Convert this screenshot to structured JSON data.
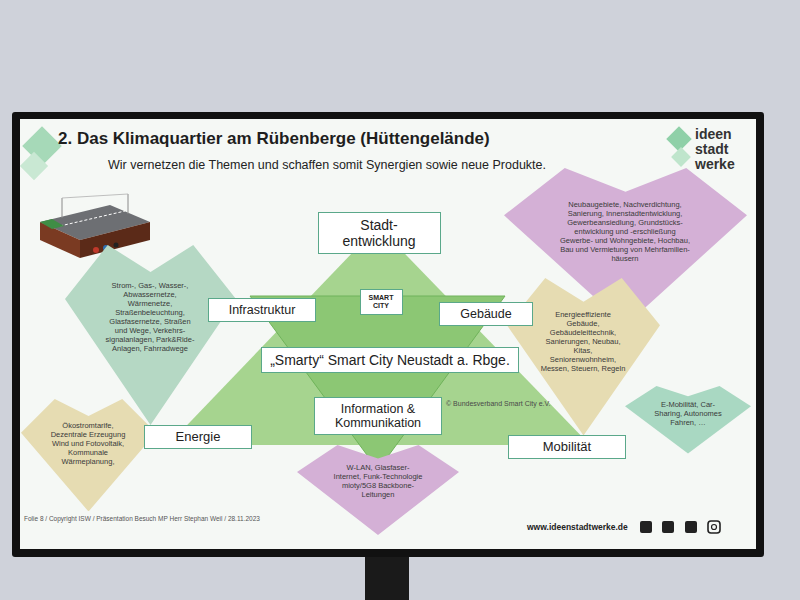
{
  "diagram": {
    "title": "2. Das Klimaquartier am Rübenberge (Hüttengelände)",
    "nodes": [
      {
        "text": [
          "Stadt- entwicklung"
        ]
      },
      {
        "text": [
          "Neubaugebiete, Nachverdichtung, Sanierung, Innenstadtentwicklung, Gewerbeansiedlung, Grundstücks- entwicklung und -erschließung Gewerbe- und Wohngebiete, Hochbau, Bau und Vermietung von Mehrfamilien- häusern"
        ]
      },
      {
        "text": [
          "Infrastruktur"
        ]
      },
      {
        "text": [
          "SMART CITY"
        ]
      },
      {
        "text": [
          "Gebäude"
        ]
      },
      {
        "text": [
          "Strom-, Gas-, Wasser-, Abwassernetze, Wärmenetze, Straßenbeleuchtung, Glasfasernetze, Straßen und Wege, Verkehrs- signalanlagen, Park&Ride- Anlagen, Fahrradwege"
        ]
      },
      {
        "text": [
          "„Smarty“ Smart City Neustadt a. Rbge."
        ]
      },
      {
        "text": [
          "Energieeffiziente Gebäude, Gebäudeleittechnik, Sanierungen, Neubau, Kitas, Seniorenwohnheim, Messen, Steuern, Regeln"
        ]
      },
      {
        "text": [
          "Information & Kommunikation"
        ]
      },
      {
        "text": [
          "Energie"
        ]
      },
      {
        "text": [
          "E-Mobilität, Car- Sharing, Autonomes Fahren, …"
        ]
      },
      {
        "text": [
          "Mobilität"
        ]
      },
      {
        "text": [
          "Ökostromtarife, Dezentrale Erzeugung Wind und Fotovoltaik, Kommunale Wärmeplanung,"
        ]
      },
      {
        "text": [
          "W-LAN, Glasfaser-Internet, Funk-Technologie mioty/5G8 Backbone- Leitungen"
        ]
      }
    ],
    "labels": [
      "Wir vernetzen die Themen und schaffen somit Synergien sowie neue Produkte.",
      "ideen",
      "stadt",
      "werke",
      "© Bundesverband Smart City e.V.",
      "Folie 8 / Copyright ISW / Präsentation Besuch MP Herr Stephan Weil / 28.11.2023",
      "www.ideenstadtwerke.de"
    ]
  }
}
